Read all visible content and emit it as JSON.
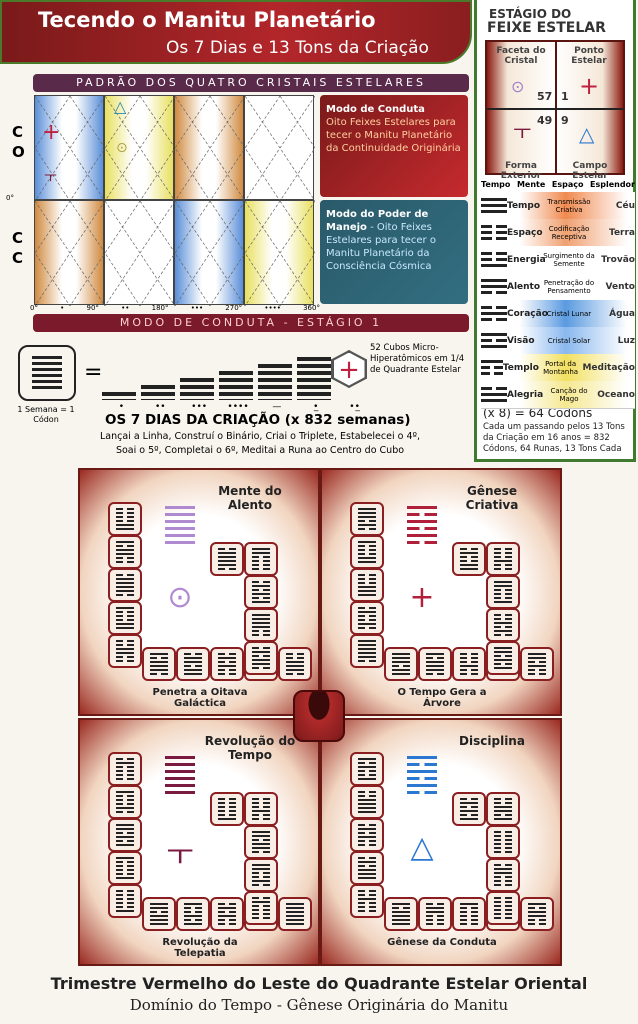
{
  "header": {
    "title": "Tecendo o Manitu Planetário",
    "subtitle": "Os 7 Dias e 13 Tons da Criação"
  },
  "feixe": {
    "title_line1": "ESTÁGIO DO",
    "title_line2": "FEIXE ESTELAR",
    "facet": "Faceta do Cristal",
    "point": "Ponto Estelar",
    "n57": "57",
    "n1": "1",
    "n49": "49",
    "n9": "9",
    "outer": "Forma Exterior",
    "field": "Campo Estelar",
    "columns": [
      "Tempo",
      "Mente",
      "Espaço",
      "Esplendor"
    ],
    "rows": [
      {
        "left": "Tempo",
        "mid": "Transmissão Criativa",
        "right": "Céu",
        "color": "#f08a50",
        "tri": [
          1,
          1,
          1
        ]
      },
      {
        "left": "Espaço",
        "mid": "Codificação Receptiva",
        "right": "Terra",
        "color": "#f0a070",
        "tri": [
          0,
          0,
          0
        ]
      },
      {
        "left": "Energia",
        "mid": "Surgimento da Semente",
        "right": "Trovão",
        "color": "#ffffff",
        "tri": [
          0,
          0,
          1
        ]
      },
      {
        "left": "Alento",
        "mid": "Penetração do Pensamento",
        "right": "Vento",
        "color": "#ffffff",
        "tri": [
          1,
          1,
          0
        ]
      },
      {
        "left": "Coração",
        "mid": "Cristal Lunar",
        "right": "Água",
        "color": "#5a9ae0",
        "tri": [
          0,
          1,
          0
        ]
      },
      {
        "left": "Visão",
        "mid": "Cristal Solar",
        "right": "Luz",
        "color": "#8ab8ee",
        "tri": [
          1,
          0,
          1
        ]
      },
      {
        "left": "Templo",
        "mid": "Portal da Montanha",
        "right": "Meditação",
        "color": "#f2e060",
        "tri": [
          1,
          0,
          0
        ]
      },
      {
        "left": "Alegria",
        "mid": "Canção do Mago",
        "right": "Oceano",
        "color": "#f5e890",
        "tri": [
          0,
          1,
          1
        ]
      }
    ],
    "total": "(x 8) = 64 Códons",
    "note": "Cada um passando pelos 13 Tons da Criação em 16 anos = 832 Códons, 64 Runas, 13 Tons Cada"
  },
  "pattern": {
    "title": "PADRÃO DOS QUATRO CRISTAIS ESTELARES",
    "row_label_top": [
      "C",
      "O"
    ],
    "row_label_bottom": [
      "C",
      "C"
    ],
    "zero": "0°",
    "x_ticks": [
      "0°",
      "•",
      "90°",
      "••",
      "180°",
      "•••",
      "270°",
      "••••",
      "360°"
    ],
    "footer": "MODO DE CONDUTA - ESTÁGIO 1",
    "mode1_title": "Modo de Conduta",
    "mode1_text": "Oito Feixes Estelares para tecer o Manitu Planetário da Continuidade Originária",
    "mode2_title": "Modo do Poder de Manejo",
    "mode2_text": " - Oito Feixes Estelares para tecer o Manitu Planetário da Consciência Cósmica"
  },
  "days": {
    "week": "1 Semana = 1 Códon",
    "equals": "=",
    "cubes": "52 Cubos Micro-Hiperatômicos em 1/4 de Quadrante Estelar",
    "dots": [
      "•",
      "••",
      "•••",
      "••••",
      "—",
      "•̲",
      "••̲"
    ],
    "title": "OS 7 DIAS DA CRIAÇÃO (x 832 semanas)",
    "line1": "Lançai a Linha, Construí o Binário, Criai o Triplete, Estabelecei o 4º,",
    "line2": "Soai o 5º, Completai o 6º, Meditai a Runa ao Centro do Cubo"
  },
  "quadrants": [
    {
      "title": "Mente do Alento",
      "caption": "Penetra a Oitava Galáctica",
      "color": "#b08ad0",
      "symbol": "⊙"
    },
    {
      "title": "Gênese Criativa",
      "caption": "O Tempo Gera a Árvore",
      "color": "#b0203a",
      "symbol": "+"
    },
    {
      "title": "Revolução do Tempo",
      "caption": "Revolução da Telepatia",
      "color": "#7a1a40",
      "symbol": "ㅜ"
    },
    {
      "title": "Disciplina",
      "caption": "Gênese da Conduta",
      "color": "#2a78d0",
      "symbol": "△"
    }
  ],
  "footer": {
    "line1": "Trimestre Vermelho do Leste do Quadrante Estelar Oriental",
    "line2": "Domínio do Tempo - Gênese Originária do Manitu"
  }
}
